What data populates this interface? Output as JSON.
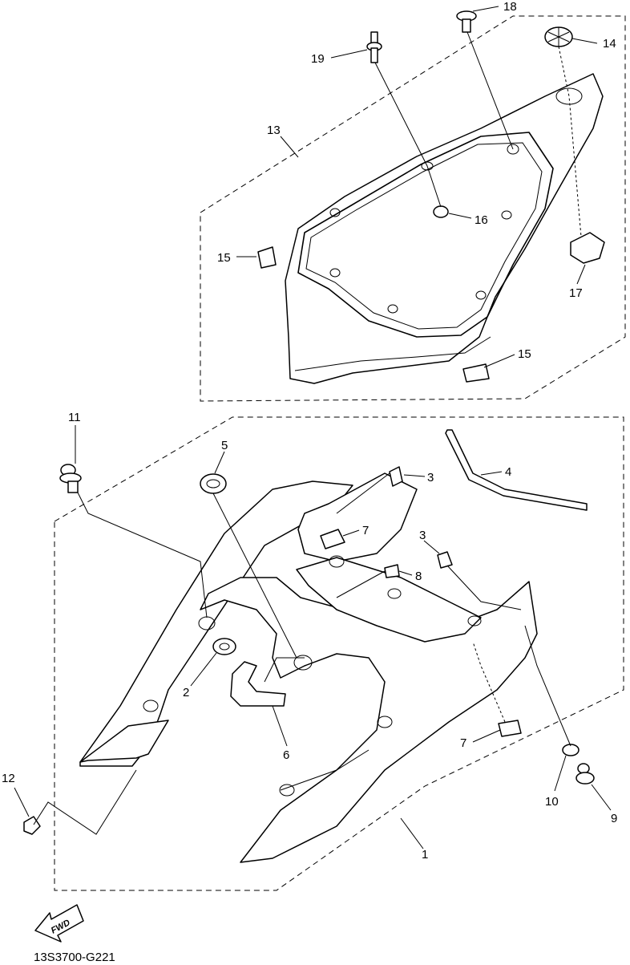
{
  "diagram": {
    "code": "13S3700-G221",
    "fwd_text": "FWD",
    "callouts": [
      {
        "id": "c1",
        "text": "1"
      },
      {
        "id": "c2",
        "text": "2"
      },
      {
        "id": "c3a",
        "text": "3"
      },
      {
        "id": "c3b",
        "text": "3"
      },
      {
        "id": "c4",
        "text": "4"
      },
      {
        "id": "c5",
        "text": "5"
      },
      {
        "id": "c6",
        "text": "6"
      },
      {
        "id": "c7a",
        "text": "7"
      },
      {
        "id": "c7b",
        "text": "7"
      },
      {
        "id": "c8",
        "text": "8"
      },
      {
        "id": "c9",
        "text": "9"
      },
      {
        "id": "c10",
        "text": "10"
      },
      {
        "id": "c11",
        "text": "11"
      },
      {
        "id": "c12",
        "text": "12"
      },
      {
        "id": "c13",
        "text": "13"
      },
      {
        "id": "c14",
        "text": "14"
      },
      {
        "id": "c15a",
        "text": "15"
      },
      {
        "id": "c15b",
        "text": "15"
      },
      {
        "id": "c16",
        "text": "16"
      },
      {
        "id": "c17",
        "text": "17"
      },
      {
        "id": "c18",
        "text": "18"
      },
      {
        "id": "c19",
        "text": "19"
      }
    ]
  }
}
